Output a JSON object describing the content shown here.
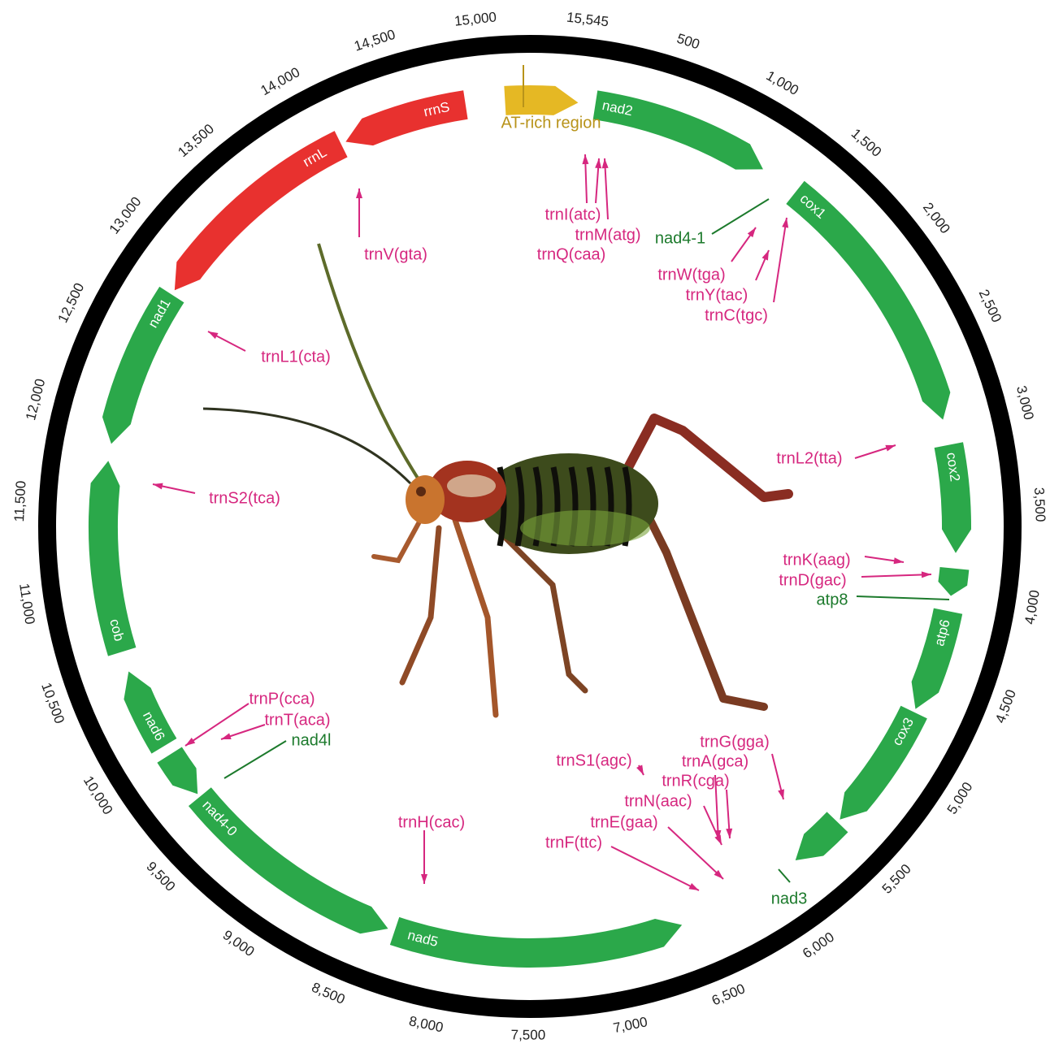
{
  "genome_map": {
    "total_length_bp": 15545,
    "colors": {
      "pcg": "#2ba84a",
      "rrna": "#e8312f",
      "control": "#e5b824",
      "trna": "#d6277f",
      "pcg_label": "#1c7a2c",
      "control_label": "#b8931a",
      "ring": "#000000"
    },
    "ticks": [
      "500",
      "1,000",
      "1,500",
      "2,000",
      "2,500",
      "3,000",
      "3,500",
      "4,000",
      "4,500",
      "5,000",
      "5,500",
      "6,000",
      "6,500",
      "7,000",
      "7,500",
      "8,000",
      "8,500",
      "9,000",
      "9,500",
      "10,000",
      "10,500",
      "11,000",
      "11,500",
      "12,000",
      "12,500",
      "13,000",
      "13,500",
      "14,000",
      "14,500",
      "15,000",
      "15,545"
    ],
    "tick_values": [
      500,
      1000,
      1500,
      2000,
      2500,
      3000,
      3500,
      4000,
      4500,
      5000,
      5500,
      6000,
      6500,
      7000,
      7500,
      8000,
      8500,
      9000,
      9500,
      10000,
      10500,
      11000,
      11500,
      12000,
      12500,
      13000,
      13500,
      14000,
      14500,
      15000,
      15545
    ],
    "features": [
      {
        "name": "nad2",
        "type": "pcg",
        "start": 100,
        "end": 1150,
        "strand": "+",
        "inside_label": true
      },
      {
        "name": "cox1",
        "type": "pcg",
        "start": 1380,
        "end": 2980,
        "strand": "+",
        "inside_label": true
      },
      {
        "name": "cox2",
        "type": "pcg",
        "start": 3130,
        "end": 3760,
        "strand": "+",
        "inside_label": true
      },
      {
        "name": "atp8",
        "type": "pcg",
        "start": 3850,
        "end": 4010,
        "strand": "+",
        "inside_label": false
      },
      {
        "name": "atp6",
        "type": "pcg",
        "start": 4100,
        "end": 4700,
        "strand": "+",
        "inside_label": true
      },
      {
        "name": "cox3",
        "type": "pcg",
        "start": 4720,
        "end": 5480,
        "strand": "+",
        "inside_label": true
      },
      {
        "name": "nad3",
        "type": "pcg",
        "start": 5500,
        "end": 5830,
        "strand": "+",
        "inside_label": false
      },
      {
        "name": "nad5",
        "type": "pcg",
        "start": 6590,
        "end": 8290,
        "strand": "-",
        "inside_label": true
      },
      {
        "name": "nad4-0",
        "type": "pcg",
        "start": 8330,
        "end": 9680,
        "strand": "-",
        "inside_label": true
      },
      {
        "name": "nad4l",
        "type": "pcg",
        "start": 9700,
        "end": 9980,
        "strand": "-",
        "inside_label": false
      },
      {
        "name": "nad6",
        "type": "pcg",
        "start": 10040,
        "end": 10520,
        "strand": "+",
        "inside_label": true
      },
      {
        "name": "cob",
        "type": "pcg",
        "start": 10640,
        "end": 11760,
        "strand": "+",
        "inside_label": true
      },
      {
        "name": "nad1",
        "type": "pcg",
        "start": 11860,
        "end": 12800,
        "strand": "-",
        "inside_label": true
      },
      {
        "name": "rrnL",
        "type": "rrna",
        "start": 12830,
        "end": 14130,
        "strand": "-",
        "inside_label": true
      },
      {
        "name": "rrnS",
        "type": "rrna",
        "start": 14160,
        "end": 14890,
        "strand": "-",
        "inside_label": true
      },
      {
        "name": "AT-rich region",
        "type": "control",
        "start": 15120,
        "end": 15545,
        "strand": "+",
        "inside_label": false
      }
    ],
    "labels": [
      {
        "text": "AT-rich region",
        "kind": "control"
      },
      {
        "text": "trnI(atc)",
        "kind": "trna"
      },
      {
        "text": "trnM(atg)",
        "kind": "trna"
      },
      {
        "text": "trnQ(caa)",
        "kind": "trna"
      },
      {
        "text": "trnV(gta)",
        "kind": "trna"
      },
      {
        "text": "nad4-1",
        "kind": "pcg"
      },
      {
        "text": "trnW(tga)",
        "kind": "trna"
      },
      {
        "text": "trnY(tac)",
        "kind": "trna"
      },
      {
        "text": "trnC(tgc)",
        "kind": "trna"
      },
      {
        "text": "trnL1(cta)",
        "kind": "trna"
      },
      {
        "text": "trnL2(tta)",
        "kind": "trna"
      },
      {
        "text": "trnS2(tca)",
        "kind": "trna"
      },
      {
        "text": "trnK(aag)",
        "kind": "trna"
      },
      {
        "text": "trnD(gac)",
        "kind": "trna"
      },
      {
        "text": "atp8",
        "kind": "pcg"
      },
      {
        "text": "trnP(cca)",
        "kind": "trna"
      },
      {
        "text": "trnT(aca)",
        "kind": "trna"
      },
      {
        "text": "nad4l",
        "kind": "pcg"
      },
      {
        "text": "trnG(gga)",
        "kind": "trna"
      },
      {
        "text": "trnS1(agc)",
        "kind": "trna"
      },
      {
        "text": "trnA(gca)",
        "kind": "trna"
      },
      {
        "text": "trnR(cga)",
        "kind": "trna"
      },
      {
        "text": "trnN(aac)",
        "kind": "trna"
      },
      {
        "text": "trnH(cac)",
        "kind": "trna"
      },
      {
        "text": "trnE(gaa)",
        "kind": "trna"
      },
      {
        "text": "trnF(ttc)",
        "kind": "trna"
      },
      {
        "text": "nad3",
        "kind": "pcg"
      }
    ]
  }
}
